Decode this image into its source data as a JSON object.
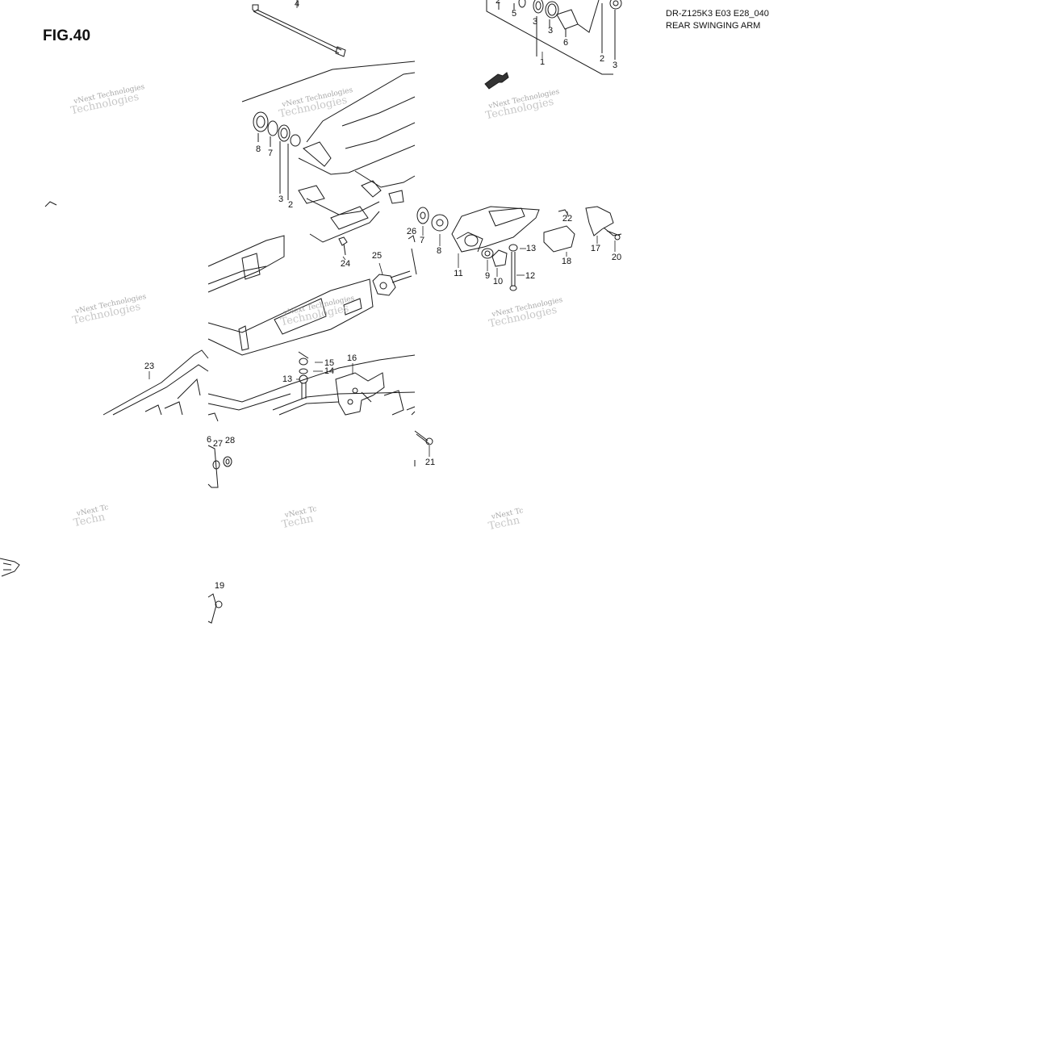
{
  "figure": {
    "title": "FIG.40",
    "model_code": "DR-Z125K3 E03 E28_040",
    "subtitle": "REAR SWINGING ARM"
  },
  "callouts": [
    "1",
    "2",
    "3",
    "4",
    "5",
    "6",
    "7",
    "8",
    "9",
    "10",
    "11",
    "12",
    "13",
    "14",
    "15",
    "16",
    "17",
    "18",
    "19",
    "20",
    "21",
    "22",
    "23",
    "24",
    "25",
    "26",
    "27",
    "28"
  ],
  "callout_labels": {
    "c1": "1",
    "c2a": "2",
    "c2b": "2",
    "c2c": "2",
    "c3a": "3",
    "c3b": "3",
    "c3c": "3",
    "c3d": "3",
    "c4": "4",
    "c5": "5",
    "c6": "6",
    "c7a": "7",
    "c7b": "7",
    "c8a": "8",
    "c8b": "8",
    "c9": "9",
    "c10": "10",
    "c11": "11",
    "c12": "12",
    "c13a": "13",
    "c13b": "13",
    "c14": "14",
    "c15": "15",
    "c16": "16",
    "c17": "17",
    "c18": "18",
    "c19": "19",
    "c20": "20",
    "c21": "21",
    "c22": "22",
    "c23": "23",
    "c24": "24",
    "c25": "25",
    "c26a": "26",
    "c26b": "6",
    "c27": "27",
    "c28": "28"
  },
  "watermark": {
    "line1": "vNext Technologies",
    "line2": "Technologies",
    "short1": "vNext Tc",
    "short2": "Techn"
  },
  "icons": {
    "front_arrow": "fwd-arrow-icon",
    "front_arrow_label": "FWD"
  },
  "colors": {
    "line": "#1a1a1a",
    "watermark": "#8a8a8a"
  }
}
